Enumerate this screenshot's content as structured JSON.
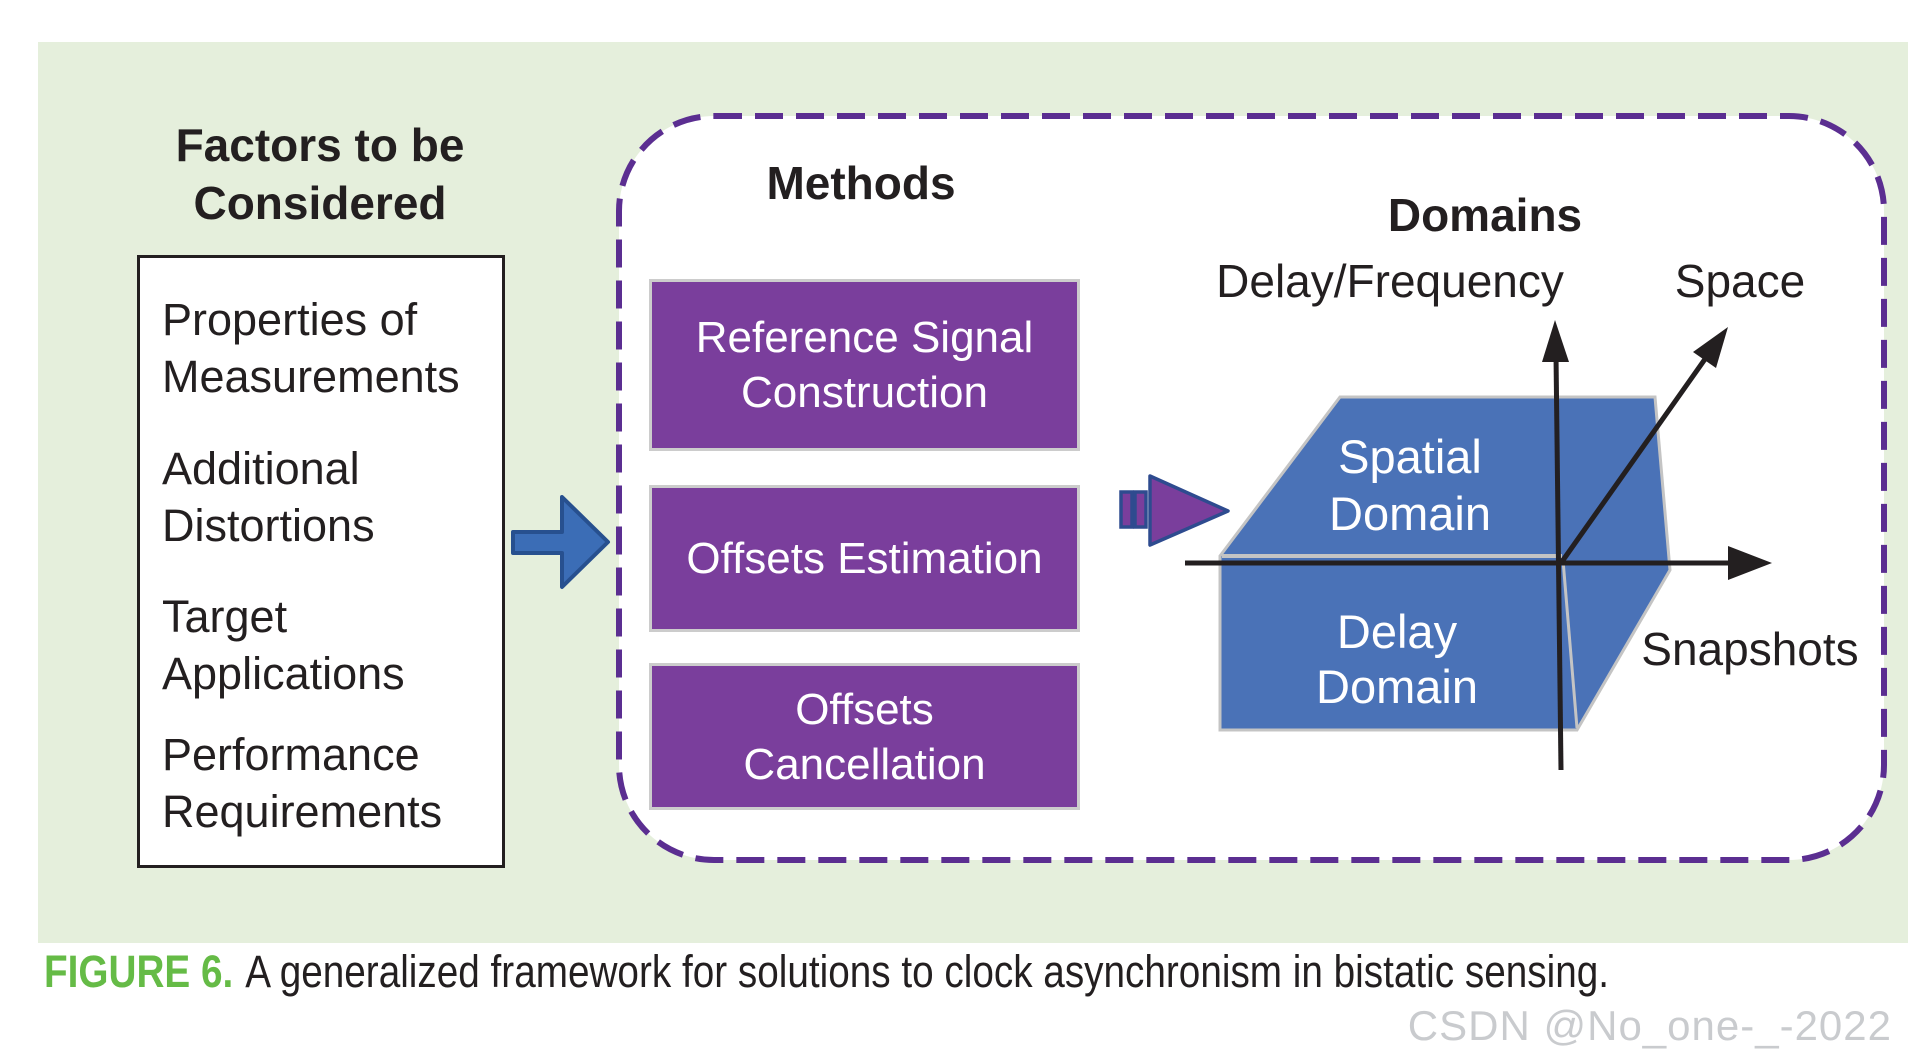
{
  "colors": {
    "bg_green": "#E5EFDC",
    "box_purple": "#7A3E9C",
    "box_purple_border": "#CCCCCC",
    "dash_purple": "#5B2E91",
    "slab_blue": "#4A72B7",
    "slab_border": "#C4C4C4",
    "arrow_blue": "#3B6DB6",
    "arrow_blue_border": "#27508F",
    "striped_arrow_border": "#2E4B8F",
    "ink": "#231F20",
    "caption_green": "#65BB46",
    "watermark_gray": "#C9CBCE"
  },
  "figure": {
    "factors": {
      "title": "Factors to be\nConsidered",
      "items": [
        "Properties of\nMeasurements",
        "Additional\nDistortions",
        "Target\nApplications",
        "Performance\nRequirements"
      ]
    },
    "methods": {
      "title": "Methods",
      "boxes": [
        "Reference Signal\nConstruction",
        "Offsets Estimation",
        "Offsets\nCancellation"
      ]
    },
    "domains": {
      "title": "Domains",
      "axis_labels": {
        "vertical": "Delay/Frequency",
        "diagonal": "Space",
        "horizontal": "Snapshots"
      },
      "slab_labels": {
        "top_face": "Spatial\nDomain",
        "front_face": "Delay\nDomain"
      }
    }
  },
  "caption": {
    "label": "FIGURE 6.",
    "text": "A generalized framework for solutions to clock asynchronism in bistatic sensing."
  },
  "watermark": "CSDN @No_one-_-2022"
}
